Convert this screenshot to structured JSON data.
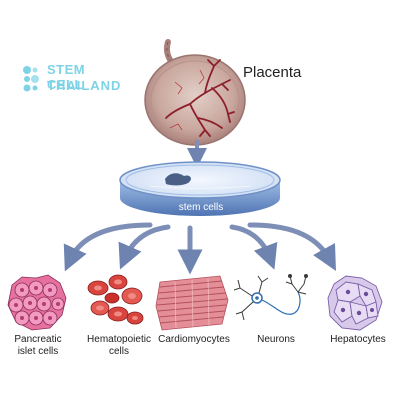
{
  "logo": {
    "line1": "STEM CELL",
    "line2": "THAILAND"
  },
  "placenta": {
    "label": "Placenta"
  },
  "dish": {
    "label": "stem cells"
  },
  "cells": [
    {
      "line1": "Pancreatic",
      "line2": "islet cells"
    },
    {
      "line1": "Hematopoietic",
      "line2": "cells"
    },
    {
      "line1": "Cardiomyocytes",
      "line2": ""
    },
    {
      "line1": "Neurons",
      "line2": ""
    },
    {
      "line1": "Hepatocytes",
      "line2": ""
    }
  ],
  "colors": {
    "arrow": "#7d8fb6",
    "dish": "#6f91c8",
    "placenta": "#c9a9a1",
    "vessel": "#8e1f2a",
    "logo": "#7fd3e6"
  }
}
